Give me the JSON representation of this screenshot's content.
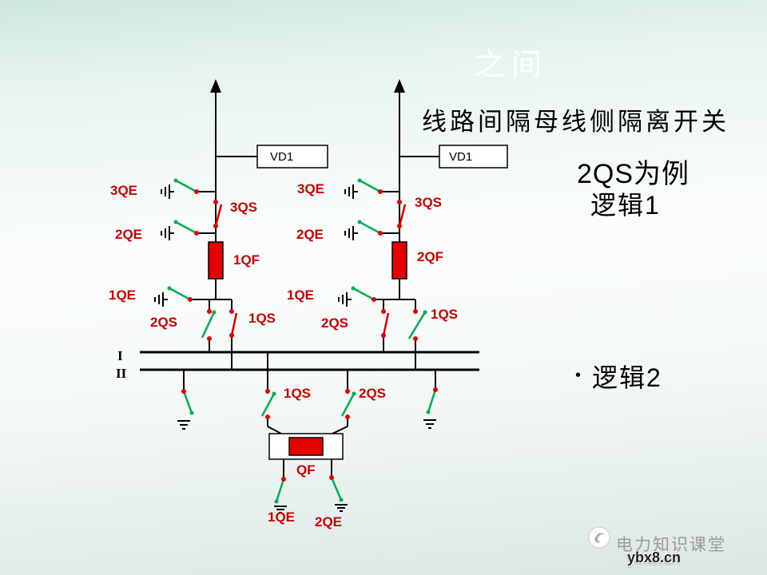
{
  "watermark": "之间",
  "heading": {
    "title": "线路间隔母线侧隔离开关",
    "subtitle": "2QS为例",
    "line1": "逻辑1",
    "bullet": "•",
    "line2": "逻辑2"
  },
  "diagram": {
    "vd1_label": "VD1",
    "bus1_label": "I",
    "bus2_label": "II",
    "bay1": {
      "qe3": "3QE",
      "qs3": "3QS",
      "qe2": "2QE",
      "qf": "1QF",
      "qe1": "1QE",
      "qs2": "2QS",
      "qs1": "1QS"
    },
    "bay2": {
      "qe3": "3QE",
      "qs3": "3QS",
      "qe2": "2QE",
      "qf": "2QF",
      "qe1": "1QE",
      "qs2": "2QS",
      "qs1": "1QS"
    },
    "coupler": {
      "qs1": "1QS",
      "qs2": "2QS",
      "qf": "QF",
      "qe1": "1QE",
      "qe2": "2QE"
    }
  },
  "branding": {
    "name": "电力知识课堂",
    "site": "ybx8.cn"
  },
  "colors": {
    "label_red": "#cf0000",
    "switch_green": "#00b050",
    "dot_red": "#e00000",
    "breaker_fill": "#e60000",
    "line_black": "#000000"
  }
}
